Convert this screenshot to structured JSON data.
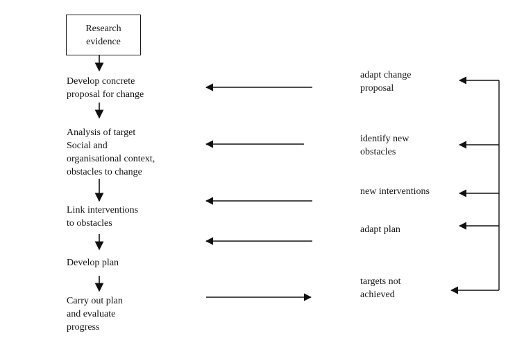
{
  "diagram": {
    "start_box": "Research\nevidence",
    "steps": [
      "Develop concrete\nproposal for change",
      "Analysis of target\nSocial and\norganisational context,\nobstacles to change",
      "Link interventions\nto obstacles",
      "Develop plan",
      "Carry out plan\nand evaluate\nprogress"
    ],
    "feedback": [
      "adapt  change\nproposal",
      "identify new\nobstacles",
      "new interventions",
      "adapt plan",
      "targets not\nachieved"
    ]
  }
}
